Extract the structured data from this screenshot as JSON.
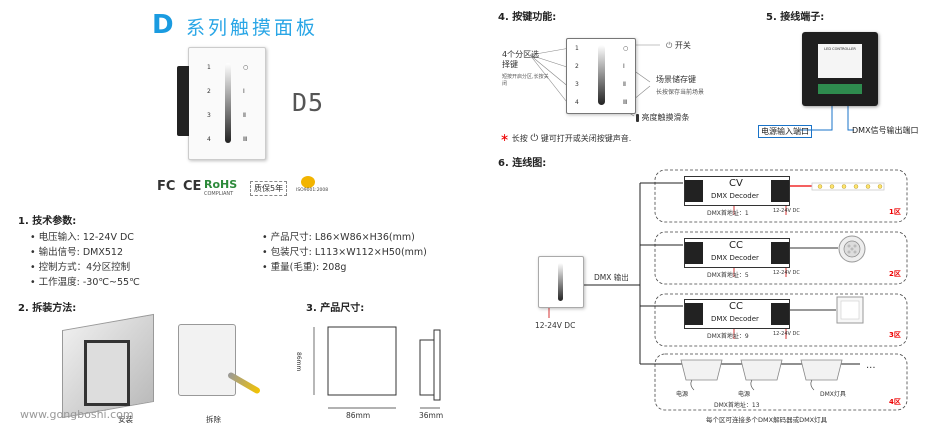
{
  "header": {
    "logo": "D",
    "title": "系列触摸面板"
  },
  "model": "D5",
  "certs": {
    "fc": "FC",
    "ce": "CE",
    "rohs": "RoHS",
    "rohs_sub": "COMPLIANT",
    "warranty": "质保5年",
    "iso": "ISO9001:2008"
  },
  "specs": {
    "title": "1. 技术参数:",
    "left": [
      "电压输入: 12-24V DC",
      "输出信号: DMX512",
      "控制方式：4分区控制",
      "工作温度: -30℃~55℃"
    ],
    "right": [
      "产品尺寸: L86×W86×H36(mm)",
      "包装尺寸: L113×W112×H50(mm)",
      "重量(毛重): 208g"
    ]
  },
  "install": {
    "title": "2. 拆装方法:",
    "mount": "安装",
    "remove": "拆除"
  },
  "dims": {
    "title": "3. 产品尺寸:",
    "height": "86mm",
    "width": "86mm",
    "depth": "36mm"
  },
  "keys": {
    "title": "4. 按键功能:",
    "zone_select": "4个分区选择键",
    "zone_select_sub": "短按开启分区,长按关闭",
    "power": "开关",
    "scene": "场景储存键",
    "scene_sub": "长按保存当前场景",
    "slider": "亮度触摸滑条",
    "note": "长按",
    "note2": "键可打开或关闭按键声音."
  },
  "wiring": {
    "title": "5. 接线端子:",
    "module_label": "LED CONTROLLER",
    "power_port": "电源输入端口",
    "dmx_port": "DMX信号输出端口"
  },
  "diagram": {
    "title": "6. 连线图:",
    "dmx_out": "DMX 输出",
    "panel_voltage": "12-24V DC",
    "decoders": [
      {
        "type": "CV",
        "name": "DMX Decoder",
        "addr": "DMX首地址：1",
        "volt": "12-24V DC",
        "zone": "1区"
      },
      {
        "type": "CC",
        "name": "DMX Decoder",
        "addr": "DMX首地址：5",
        "volt": "12-24V DC",
        "zone": "2区"
      },
      {
        "type": "CC",
        "name": "DMX Decoder",
        "addr": "DMX首地址：9",
        "volt": "12-24V DC",
        "zone": "3区"
      }
    ],
    "zone4": {
      "psu1": "电源",
      "psu2": "电源",
      "psu3": "DMX灯具",
      "addr": "DMX首地址：13",
      "zone": "4区",
      "dots": "..."
    },
    "footer": "每个区可连接多个DMX解码器或DMX灯具"
  },
  "watermark": "www.gongboshi.com"
}
